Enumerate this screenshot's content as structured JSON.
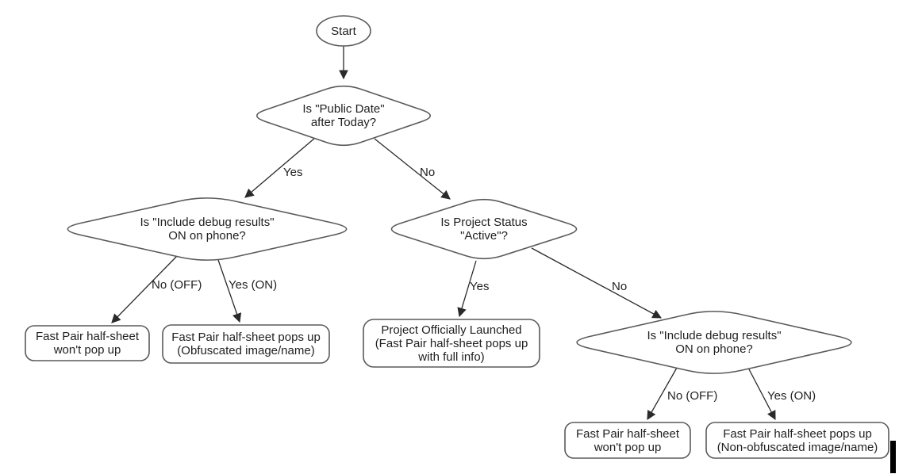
{
  "diagram": {
    "type": "flowchart",
    "background": "#ffffff",
    "shape_stroke_color": "#5a5a5a",
    "arrow_color": "#2a2a2a",
    "text_color": "#212121",
    "nodes": {
      "start": {
        "type": "terminator",
        "label": "Start"
      },
      "decision_public_date": {
        "type": "decision",
        "label": "Is \"Public Date\"\nafter Today?"
      },
      "decision_debug_left": {
        "type": "decision",
        "label": "Is \"Include debug results\"\nON on phone?"
      },
      "decision_project_status": {
        "type": "decision",
        "label": "Is Project Status\n\"Active\"?"
      },
      "decision_debug_right": {
        "type": "decision",
        "label": "Is \"Include debug results\"\nON on phone?"
      },
      "result_no_popup_left": {
        "type": "process",
        "label": "Fast Pair half-sheet\nwon't pop up"
      },
      "result_obfuscated": {
        "type": "process",
        "label": "Fast Pair half-sheet pops up\n(Obfuscated image/name)"
      },
      "result_launched": {
        "type": "process",
        "label": "Project Officially Launched\n(Fast Pair half-sheet pops up\nwith full info)"
      },
      "result_no_popup_right": {
        "type": "process",
        "label": "Fast Pair half-sheet\nwon't pop up"
      },
      "result_non_obfuscated": {
        "type": "process",
        "label": "Fast Pair half-sheet pops up\n(Non-obfuscated image/name)"
      }
    },
    "edge_labels": {
      "public_date_yes": "Yes",
      "public_date_no": "No",
      "debug_left_no": "No (OFF)",
      "debug_left_yes": "Yes (ON)",
      "project_status_yes": "Yes",
      "project_status_no": "No",
      "debug_right_no": "No (OFF)",
      "debug_right_yes": "Yes (ON)"
    }
  }
}
